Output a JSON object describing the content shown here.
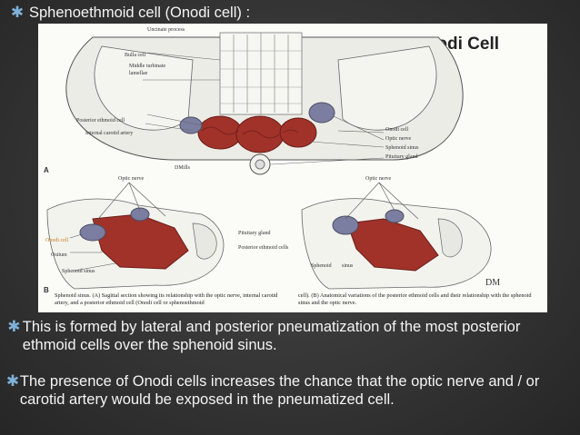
{
  "bullets": [
    {
      "text": "Sphenoethmoid cell (Onodi cell) :"
    },
    {
      "text": "This is formed by lateral and posterior pneumatization of the most posterior ethmoid cells over the sphenoid sinus."
    },
    {
      "text": "The presence of Onodi cells increases the chance that the optic nerve and / or carotid artery would be exposed in the pneumatized cell."
    }
  ],
  "figure": {
    "title": "Onodi Cell",
    "panel_a_letter": "A",
    "panel_b_letter": "B",
    "panel_a_labels": {
      "uncinate": "Uncinate process",
      "bulla": "Bulla cell",
      "middle_turbinate": "Middle turbinate",
      "lamellae": "lamellae",
      "posterior_ethmoid": "Posterior ethmoid cell",
      "internal_carotid": "Internal carotid artery",
      "onodi": "Onodi cell",
      "optic_nerve": "Optic nerve",
      "sphenoid_sinus": "Sphenoid sinus",
      "pituitary": "Pituitary gland",
      "signature": "DMills"
    },
    "panel_b_labels": {
      "optic_nerve_left": "Optic nerve",
      "optic_nerve_right": "Optic nerve",
      "pituitary": "Pituitary gland",
      "posterior_ethmoid": "Posterior ethmoid cells",
      "onodi_cell": "Onodi cell",
      "ostium": "Ostium",
      "sphenoid_sinus_left": "Sphenoid sinus",
      "sphenoid_right": "Sphenoid",
      "sinus_right": "sinus",
      "signature": "DM"
    },
    "caption_left": "Sphenoid sinus. (A) Sagittal section showing its relationship with the optic nerve, internal carotid artery, and a posterior ethmoid cell (Onodi cell or sphenoethmoid",
    "caption_right": "cell). (B) Anatomical variations of the posterior ethmoid cells and their relationship with the sphenoid sinus and the optic nerve.",
    "colors": {
      "cell_red": "#a0322a",
      "optic_purple": "#7b7ea0",
      "caption_highlight": "#e0a23a"
    }
  }
}
